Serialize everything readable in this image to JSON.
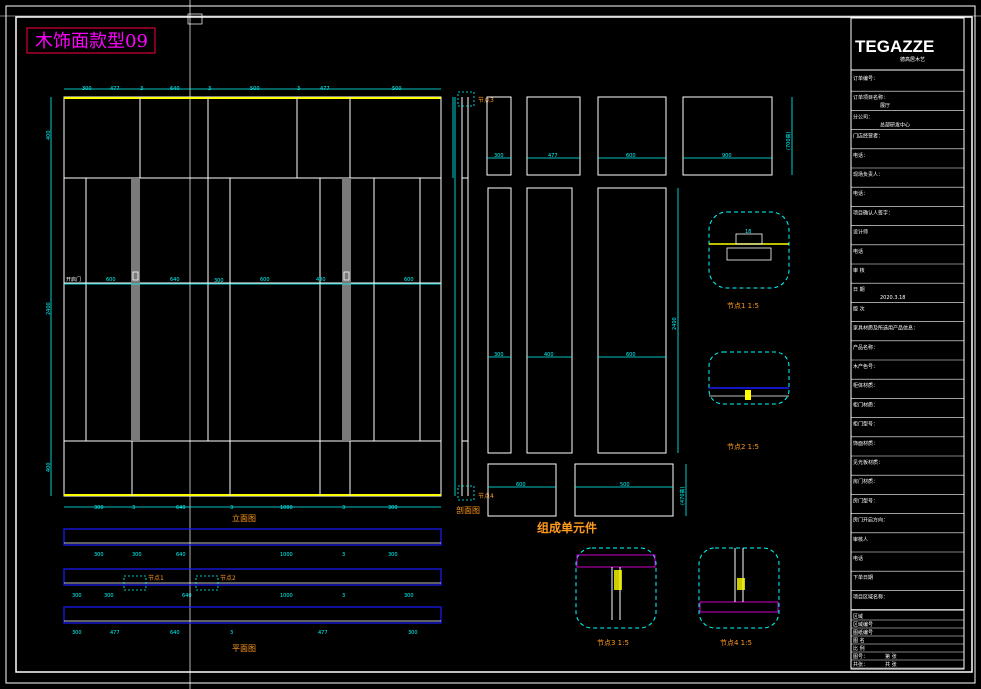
{
  "title": "木饰面款型09",
  "brand": "TEGAZZE",
  "brand_sub": "德高居木艺",
  "labels": {
    "elevation": "立面图",
    "plan": "平面图",
    "section": "剖面图",
    "components": "组成单元件",
    "node1": "节点1  1:5",
    "node2": "节点2  1:5",
    "node3": "节点3  1:5",
    "node4": "节点4  1:5",
    "plan_node1": "节点1",
    "plan_node2": "节点2",
    "sec_node3": "节点3",
    "sec_node4": "节点4",
    "door_seam": "开启门"
  },
  "dims": {
    "top": [
      "300",
      "477",
      "3",
      "640",
      "3",
      "500",
      "3",
      "477",
      "500"
    ],
    "mid": [
      "600",
      "640",
      "300",
      "600",
      "400",
      "600"
    ],
    "bottom": [
      "300",
      "3",
      "640",
      "3",
      "1000",
      "3",
      "300"
    ],
    "plan1": [
      "300",
      "300",
      "640",
      "1000",
      "3",
      "300"
    ],
    "plan2": [
      "300",
      "300",
      "640",
      "1000",
      "3",
      "300"
    ],
    "plan3": [
      "300",
      "477",
      "640",
      "3",
      "477",
      "300"
    ],
    "left_side": [
      "400",
      "2400",
      "400"
    ],
    "comp_top": [
      "300",
      "477",
      "600",
      "900"
    ],
    "comp_mid": [
      "300",
      "400",
      "600"
    ],
    "comp_bot": [
      "600",
      "500"
    ],
    "comp_heights": [
      "(700高)",
      "2400",
      "(470高)"
    ],
    "node_dim": "18"
  },
  "title_block": {
    "rows": [
      {
        "label": "订单编号：",
        "value": ""
      },
      {
        "label": "订单项目名称：",
        "value": "展厅"
      },
      {
        "label": "分公司：",
        "value": "总部研发中心"
      },
      {
        "label": "门店经营者：",
        "value": ""
      },
      {
        "label": "电话：",
        "value": ""
      },
      {
        "label": "现场负责人：",
        "value": ""
      },
      {
        "label": "电话：",
        "value": ""
      },
      {
        "label": "项目确认人签字：",
        "value": ""
      },
      {
        "label": "设计师",
        "value": ""
      },
      {
        "label": "电话",
        "value": ""
      },
      {
        "label": "审  核",
        "value": ""
      },
      {
        "label": "日  期",
        "value": "2020.3.18"
      },
      {
        "label": "版  次",
        "value": ""
      },
      {
        "label": "家具材质及所选用产品信息：",
        "value": ""
      },
      {
        "label": "产品名称：",
        "value": ""
      },
      {
        "label": "木产色号：",
        "value": ""
      },
      {
        "label": "柜体材质：",
        "value": ""
      },
      {
        "label": "柜门材质：",
        "value": ""
      },
      {
        "label": "柜门型号：",
        "value": ""
      },
      {
        "label": "饰面材质：",
        "value": ""
      },
      {
        "label": "见光板材质：",
        "value": ""
      },
      {
        "label": "房门材质：",
        "value": ""
      },
      {
        "label": "房门型号：",
        "value": ""
      },
      {
        "label": "房门开启方向：",
        "value": ""
      },
      {
        "label": "审核人",
        "value": ""
      },
      {
        "label": "电话",
        "value": ""
      },
      {
        "label": "下单日期",
        "value": ""
      },
      {
        "label": "项目区域名称：",
        "value": ""
      }
    ],
    "footer": [
      {
        "label": "区域",
        "value": ""
      },
      {
        "label": "区域编号",
        "value": ""
      },
      {
        "label": "图纸编号",
        "value": ""
      },
      {
        "label": "图  名",
        "value": ""
      },
      {
        "label": "比  例",
        "value": ""
      },
      {
        "label": "图号：",
        "value": "第    张"
      },
      {
        "label": "共张：",
        "value": "共    张"
      }
    ]
  },
  "colors": {
    "background": "#000000",
    "line": "#ffffff",
    "dimension": "#00ffff",
    "note": "#ff9a1e",
    "title": "#ff00ff",
    "plan": "#1a1aff",
    "accent": "#ffff00",
    "panel_gray": "#7a7a7a"
  }
}
